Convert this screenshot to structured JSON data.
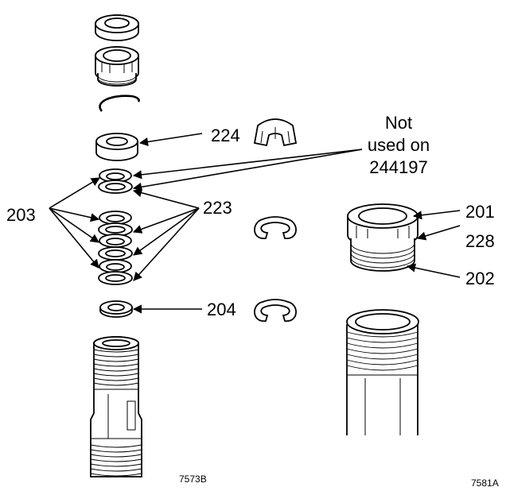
{
  "labels": {
    "p224": "224",
    "p203": "203",
    "p223": "223",
    "p204": "204",
    "p201": "201",
    "p228": "228",
    "p202": "202",
    "note_line1": "Not",
    "note_line2": "used on",
    "note_line3": "244197"
  },
  "figure_ids": {
    "left": "7573B",
    "right": "7581A"
  },
  "colors": {
    "ink": "#000000",
    "paper": "#ffffff"
  }
}
